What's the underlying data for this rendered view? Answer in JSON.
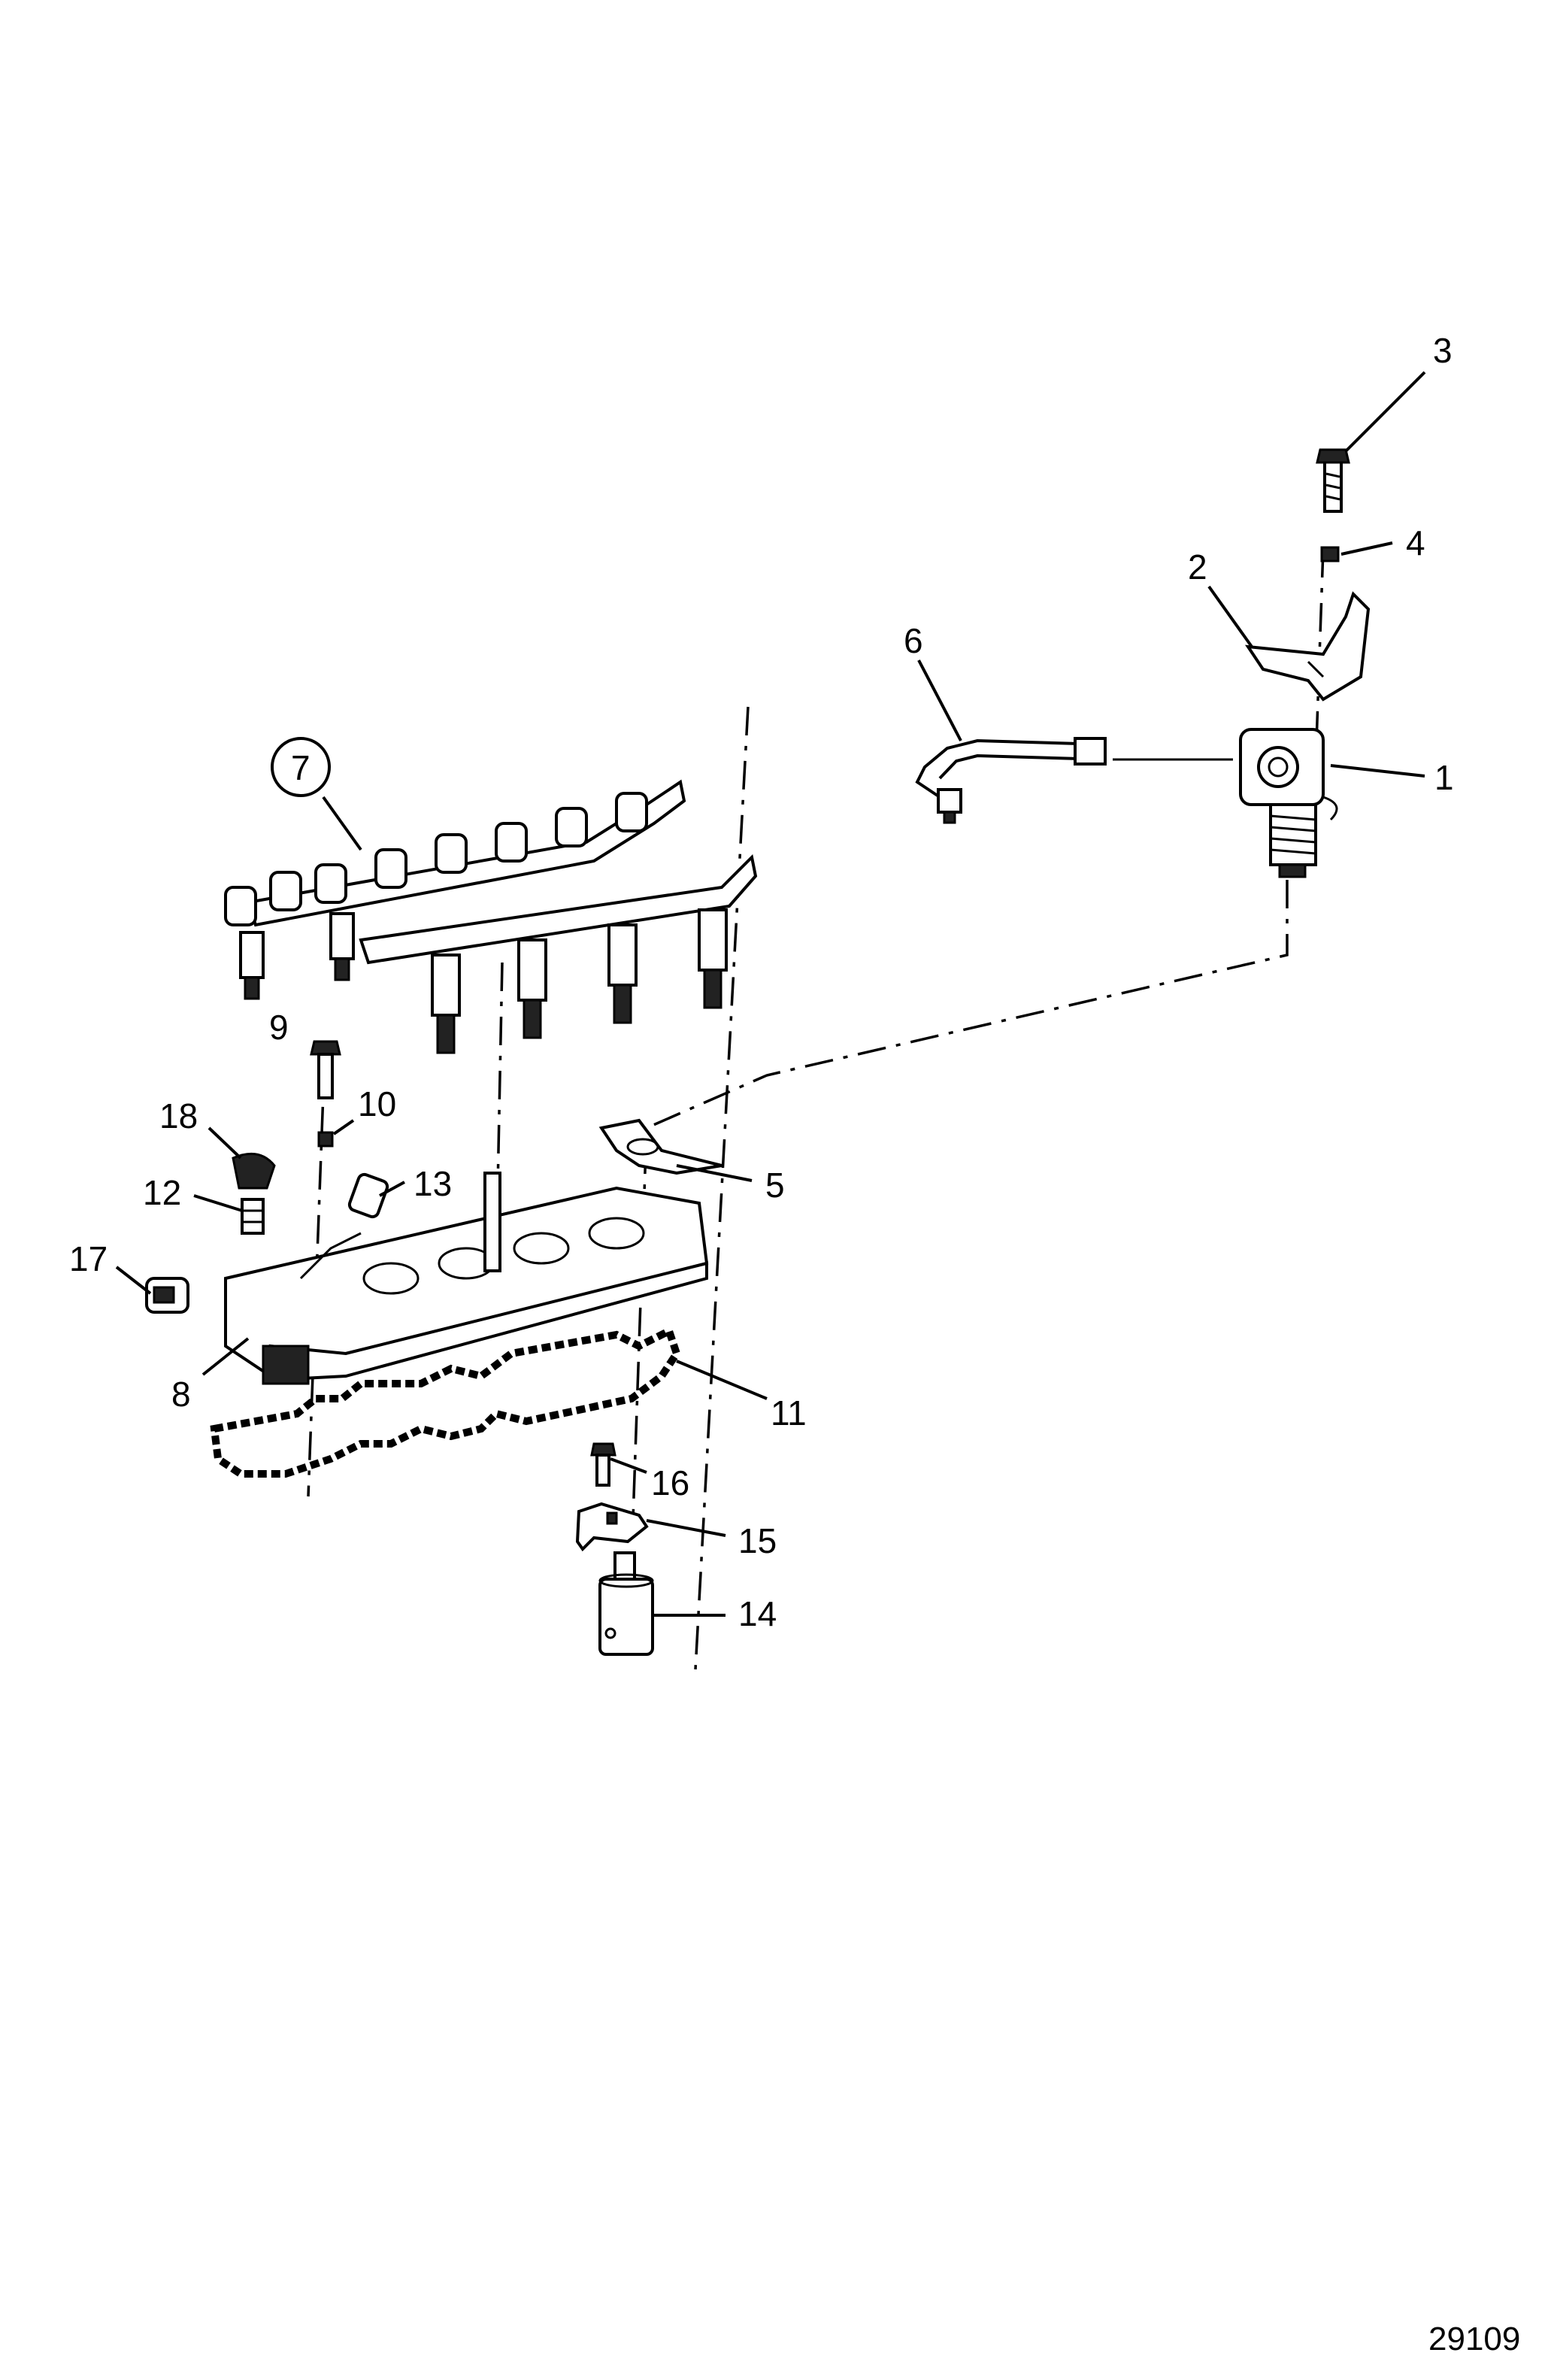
{
  "diagram": {
    "reference_number": "29109",
    "callouts": [
      {
        "id": "1",
        "label": "1"
      },
      {
        "id": "2",
        "label": "2"
      },
      {
        "id": "3",
        "label": "3"
      },
      {
        "id": "4",
        "label": "4"
      },
      {
        "id": "5",
        "label": "5"
      },
      {
        "id": "6",
        "label": "6"
      },
      {
        "id": "7",
        "label": "7"
      },
      {
        "id": "8",
        "label": "8"
      },
      {
        "id": "9",
        "label": "9"
      },
      {
        "id": "10",
        "label": "10"
      },
      {
        "id": "11",
        "label": "11"
      },
      {
        "id": "12",
        "label": "12"
      },
      {
        "id": "13",
        "label": "13"
      },
      {
        "id": "14",
        "label": "14"
      },
      {
        "id": "15",
        "label": "15"
      },
      {
        "id": "16",
        "label": "16"
      },
      {
        "id": "17",
        "label": "17"
      },
      {
        "id": "18",
        "label": "18"
      }
    ]
  }
}
